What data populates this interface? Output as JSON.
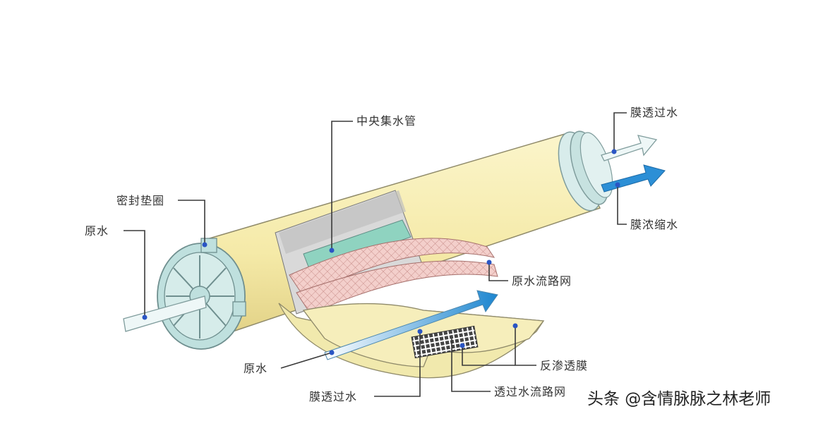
{
  "labels": {
    "central_tube": "中央集水管",
    "permeate_out_top": "膜透过水",
    "concentrate_out": "膜浓缩水",
    "seal_ring": "密封垫圈",
    "feed_left": "原水",
    "feed_spacer": "原水流路网",
    "ro_membrane": "反渗透膜",
    "feed_bottom": "原水",
    "permeate_bottom": "膜透过水",
    "permeate_spacer": "透过水流路网"
  },
  "watermark": "头条 @含情脉脉之林老师",
  "colors": {
    "housing": "#f7efb4",
    "housing_shade": "#e9dc93",
    "end_cap": "#bfe0de",
    "feed_spacer_mesh": "#e8b7b4",
    "permeate_arrow": "#eef7f7",
    "concentrate_arrow": "#2c8fd6",
    "marker": "#2a55c4"
  }
}
